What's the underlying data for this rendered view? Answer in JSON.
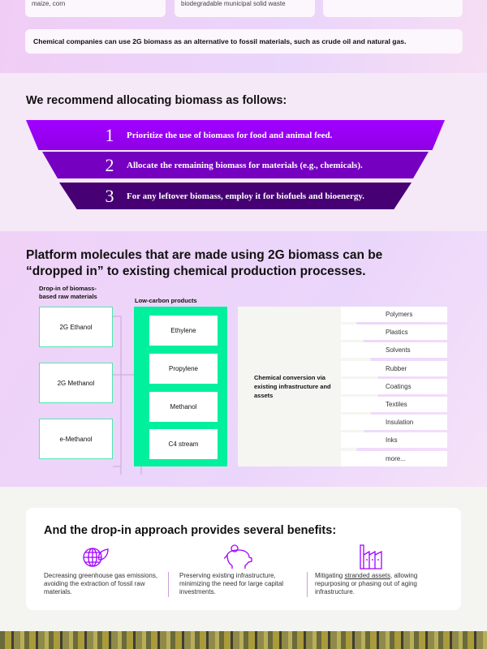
{
  "top": {
    "cards": [
      "maize, corn",
      "biodegradable municipal solid waste",
      ""
    ],
    "banner": "Chemical companies can use 2G biomass as an alternative to fossil materials, such as crude oil and natural gas."
  },
  "recommend": {
    "heading": "We recommend allocating biomass as follows:",
    "steps": [
      {
        "n": "1",
        "text": "Prioritize the use of biomass for food and animal feed."
      },
      {
        "n": "2",
        "text": "Allocate the remaining biomass for materials (e.g., chemicals)."
      },
      {
        "n": "3",
        "text": "For any leftover biomass, employ it for biofuels and bioenergy."
      }
    ],
    "colors": [
      "#a100ff",
      "#7500c0",
      "#460073"
    ]
  },
  "dropin": {
    "heading_line1": "Platform molecules that are made using 2G biomass can be",
    "heading_line2": "“dropped in” to existing chemical production processes.",
    "raw_label_1": "Drop-in of biomass-",
    "raw_label_2": "based raw materials",
    "raw": [
      "2G Ethanol",
      "2G Methanol",
      "e-Methanol"
    ],
    "lowcarbon_label": "Low-carbon products",
    "lowcarbon": [
      "Ethylene",
      "Propylene",
      "Methanol",
      "C4 stream"
    ],
    "conversion": "Chemical conversion via existing infrastructure and assets",
    "products": [
      "Polymers",
      "Plastics",
      "Solvents",
      "Rubber",
      "Coatings",
      "Textiles",
      "Insulation",
      "Inks",
      "more..."
    ]
  },
  "benefits": {
    "heading": "And the drop-in approach provides several benefits:",
    "items": [
      {
        "icon": "globe-leaf-icon",
        "text": "Decreasing greenhouse gas emissions, avoiding the extraction of fossil raw materials."
      },
      {
        "icon": "piggy-bank-icon",
        "text": "Preserving existing infrastructure, minimizing the need for large capital investments."
      },
      {
        "icon": "factory-icon",
        "pre": "Mitigating ",
        "link": "stranded assets",
        "post": ", allowing repurposing or phasing out of aging infrastructure."
      }
    ]
  }
}
